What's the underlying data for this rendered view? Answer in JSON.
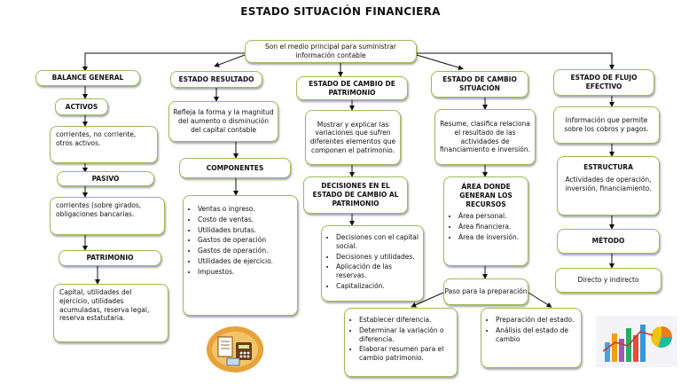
{
  "title": "ESTADO SITUACIÓN FINANCIERA",
  "root": "Son el medio principal para suministrar información contable",
  "balance": {
    "header": "BALANCE GENERAL",
    "activos": "ACTIVOS",
    "activos_desc": "corrientes, no corriente, otros activos.",
    "pasivo": "PASIVO",
    "pasivo_desc": "corrientes (sobre girados, obligaciones bancarias.",
    "patrimonio": "PATRIMONIO",
    "patrimonio_desc": "Capital, utilidades del ejercicio, utilidades acumuladas, reserva legal, reserva estatutaria."
  },
  "resultado": {
    "header": "ESTADO RESULTADO",
    "desc": "Refleja la forma y la magnitud del aumento o disminución del capital contable",
    "componentes": "COMPONENTES",
    "items": [
      "Ventas o ingreso.",
      "Costo de ventas.",
      "Utilidades brutas.",
      "Gastos de operación",
      "Gastos de operación.",
      "Utilidades de ejercicio.",
      "Impuestos."
    ]
  },
  "patrimonio": {
    "header": "ESTADO DE CAMBIO DE PATRIMONIO",
    "desc": "Mostrar y explicar las variaciones que sufren diferentes elementos que componen el patrimonio.",
    "decisiones": "DECISIONES EN EL ESTADO DE CAMBIO AL PATRIMONIO",
    "items": [
      "Decisiones con el capital social.",
      "Decisiones y utilidades.",
      "Aplicación de las reservas.",
      "Capitalización."
    ]
  },
  "situacion": {
    "header": "ESTADO DE CAMBIO SITUACIÓN",
    "desc": "Resume, clasifica relaciona el resultado de las actividades de financiamiento e inversión.",
    "area": "ÁREA DONDE GENERAN LOS RECURSOS",
    "area_items": [
      "Área personal.",
      "Área financiera.",
      "Área de inversión."
    ],
    "paso": "Paso para la preparación",
    "left_items": [
      "Establecer diferencia.",
      "Determinar la variación o diferencia.",
      "Elaborar resumen para el cambio patrimonio."
    ],
    "right_items": [
      "Preparación del estado.",
      "Análisis del estado de cambio"
    ]
  },
  "flujo": {
    "header": "ESTADO DE FLUJO EFECTIVO",
    "desc": "Información que permite sobre los cobros y pagos.",
    "estructura": "ESTRUCTURA",
    "estructura_desc": "Actividades de operación, inversión, financiamiento.",
    "metodo": "MÉTODO",
    "metodo_desc": "Directo y indirecto"
  },
  "colors": {
    "border": "#9bbb59",
    "line": "#111111"
  }
}
